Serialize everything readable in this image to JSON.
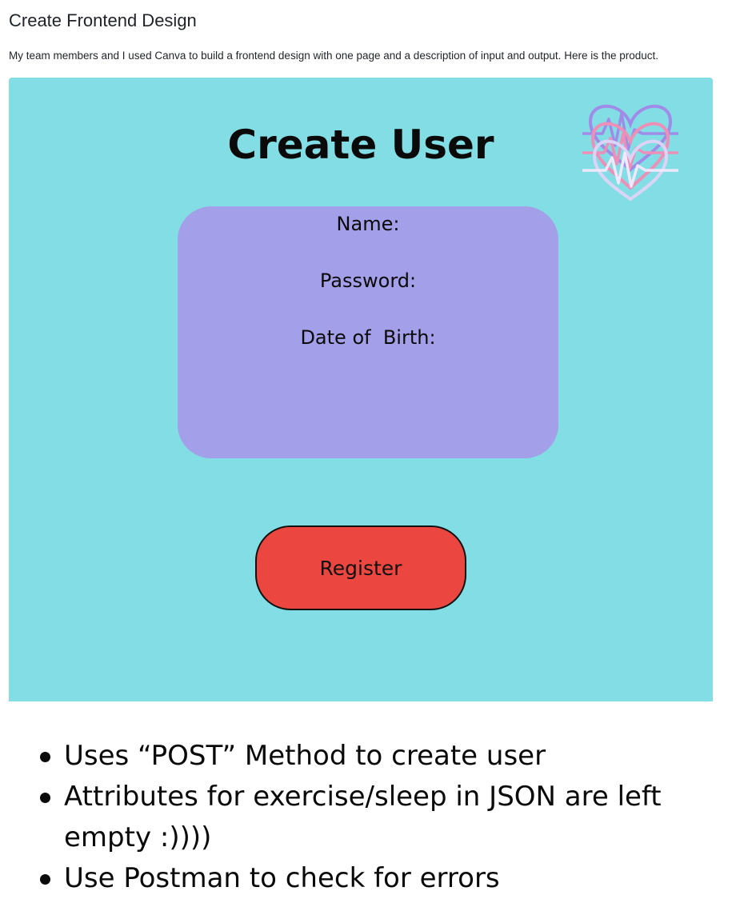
{
  "page": {
    "heading": "Create Frontend Design",
    "description": "My team members and I used Canva to build a frontend design with one page and a description of input and output. Here is the product."
  },
  "design": {
    "title": "Create User",
    "logo_icon": "heart-pulse-icon",
    "form": {
      "name_label": "Name:",
      "password_label": "Password:",
      "dob_label": "Date of  Birth:"
    },
    "register_label": "Register",
    "colors": {
      "background": "#82dee4",
      "card": "#a39fe8",
      "button": "#eb4740"
    }
  },
  "notes": [
    "Uses “POST” Method to create user",
    "Attributes for  exercise/sleep in JSON are left empty :))))",
    "Use Postman to check for errors"
  ]
}
